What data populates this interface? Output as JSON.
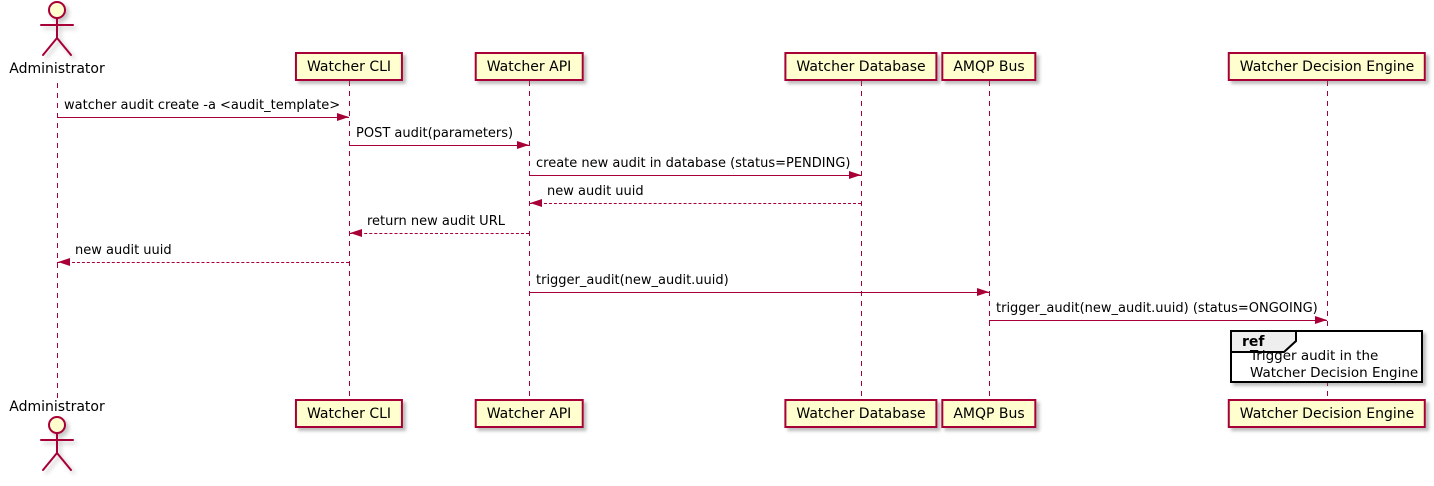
{
  "diagram": {
    "type": "sequence-diagram",
    "colors": {
      "participant_fill": "#FEFECE",
      "participant_border": "#A80036",
      "lifeline": "#A80036",
      "arrow": "#A80036",
      "text": "#000000",
      "ref_fill": "#FFFFFF",
      "ref_border": "#000000",
      "ref_header_fill": "#EEEEEE"
    },
    "participants": [
      {
        "name": "Administrator",
        "kind": "actor"
      },
      {
        "name": "Watcher CLI",
        "kind": "box"
      },
      {
        "name": "Watcher API",
        "kind": "box"
      },
      {
        "name": "Watcher Database",
        "kind": "box"
      },
      {
        "name": "AMQP Bus",
        "kind": "box"
      },
      {
        "name": "Watcher Decision Engine",
        "kind": "box"
      }
    ],
    "messages": [
      {
        "from": "Administrator",
        "to": "Watcher CLI",
        "label": "watcher audit create -a <audit_template>",
        "style": "solid"
      },
      {
        "from": "Watcher CLI",
        "to": "Watcher API",
        "label": "POST audit(parameters)",
        "style": "solid"
      },
      {
        "from": "Watcher API",
        "to": "Watcher Database",
        "label": "create new audit in database (status=PENDING)",
        "style": "solid"
      },
      {
        "from": "Watcher Database",
        "to": "Watcher API",
        "label": "new audit uuid",
        "style": "dashed"
      },
      {
        "from": "Watcher API",
        "to": "Watcher CLI",
        "label": "return new audit URL",
        "style": "dashed"
      },
      {
        "from": "Watcher CLI",
        "to": "Administrator",
        "label": "new audit uuid",
        "style": "dashed"
      },
      {
        "from": "Watcher API",
        "to": "AMQP Bus",
        "label": "trigger_audit(new_audit.uuid)",
        "style": "solid"
      },
      {
        "from": "AMQP Bus",
        "to": "Watcher Decision Engine",
        "label": "trigger_audit(new_audit.uuid) (status=ONGOING)",
        "style": "solid"
      }
    ],
    "ref": {
      "keyword": "ref",
      "over": "Watcher Decision Engine",
      "lines": [
        "Trigger audit in the",
        "Watcher Decision Engine"
      ]
    }
  }
}
